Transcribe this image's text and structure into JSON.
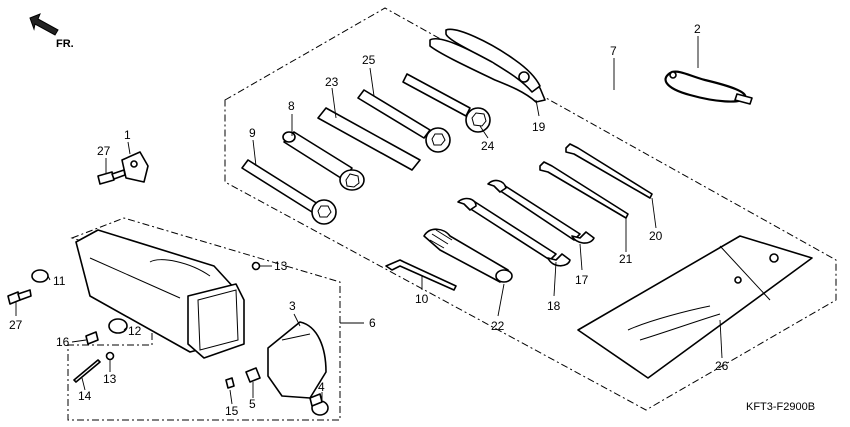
{
  "arrow_label": "FR.",
  "diagram_code": "KFT3-F2900B",
  "callouts": [
    {
      "id": "p1",
      "text": "1"
    },
    {
      "id": "p2",
      "text": "2"
    },
    {
      "id": "p3",
      "text": "3"
    },
    {
      "id": "p4",
      "text": "4"
    },
    {
      "id": "p5",
      "text": "5"
    },
    {
      "id": "p6",
      "text": "6"
    },
    {
      "id": "p7",
      "text": "7"
    },
    {
      "id": "p8",
      "text": "8"
    },
    {
      "id": "p9",
      "text": "9"
    },
    {
      "id": "p10",
      "text": "10"
    },
    {
      "id": "p11",
      "text": "11"
    },
    {
      "id": "p12",
      "text": "12"
    },
    {
      "id": "p13a",
      "text": "13"
    },
    {
      "id": "p13b",
      "text": "13"
    },
    {
      "id": "p14",
      "text": "14"
    },
    {
      "id": "p15",
      "text": "15"
    },
    {
      "id": "p16",
      "text": "16"
    },
    {
      "id": "p17",
      "text": "17"
    },
    {
      "id": "p18",
      "text": "18"
    },
    {
      "id": "p19",
      "text": "19"
    },
    {
      "id": "p20",
      "text": "20"
    },
    {
      "id": "p21",
      "text": "21"
    },
    {
      "id": "p22",
      "text": "22"
    },
    {
      "id": "p23",
      "text": "23"
    },
    {
      "id": "p24",
      "text": "24"
    },
    {
      "id": "p25",
      "text": "25"
    },
    {
      "id": "p26",
      "text": "26"
    },
    {
      "id": "p27a",
      "text": "27"
    },
    {
      "id": "p27b",
      "text": "27"
    }
  ]
}
